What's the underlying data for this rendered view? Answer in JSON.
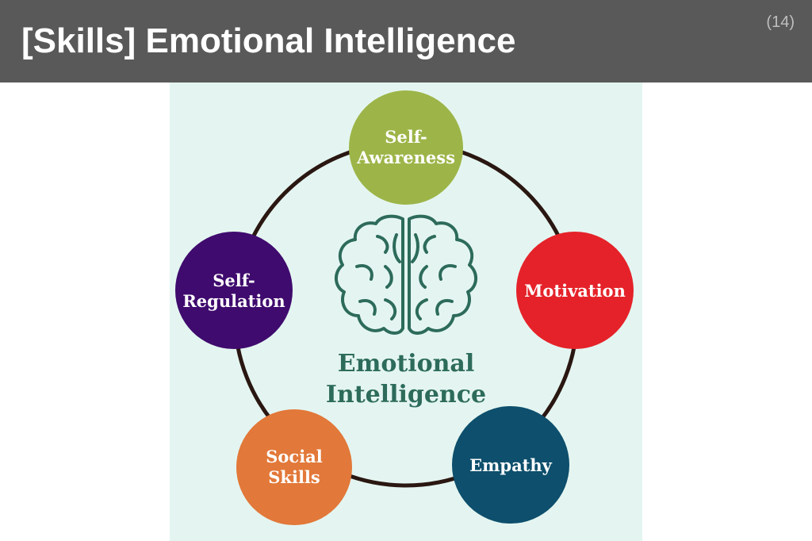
{
  "slide": {
    "title": "[Skills] Emotional Intelligence",
    "page_number": "(14)"
  },
  "diagram": {
    "center_title": {
      "line1": "Emotional",
      "line2": "Intelligence"
    },
    "center_icon": "brain-icon",
    "nodes": [
      {
        "id": "self-awareness",
        "line1": "Self-",
        "line2": "Awareness",
        "color": "#9db548"
      },
      {
        "id": "motivation",
        "line1": "Motivation",
        "line2": "",
        "color": "#e52229"
      },
      {
        "id": "empathy",
        "line1": "Empathy",
        "line2": "",
        "color": "#0d4f6c"
      },
      {
        "id": "social-skills",
        "line1": "Social",
        "line2": "Skills",
        "color": "#e27839"
      },
      {
        "id": "self-regulation",
        "line1": "Self-",
        "line2": "Regulation",
        "color": "#3f0b6e"
      }
    ],
    "colors": {
      "title_bar": "#595959",
      "panel_background": "#e4f5f1",
      "ring": "#2a1712",
      "center_text": "#2d6b5a"
    }
  }
}
